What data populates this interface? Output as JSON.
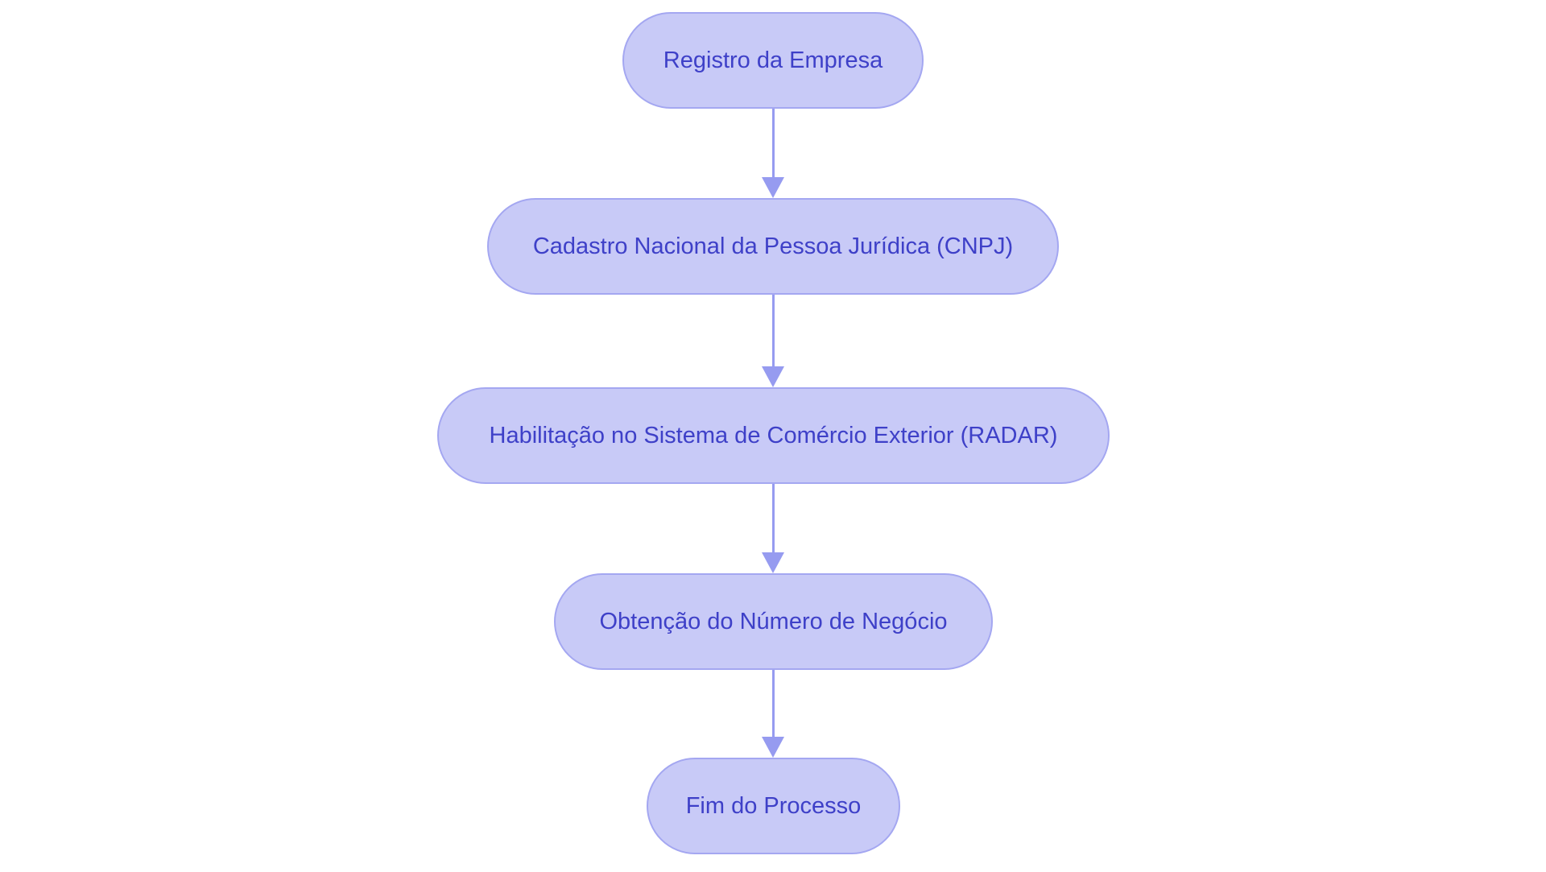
{
  "diagram": {
    "type": "flowchart",
    "direction": "top-down",
    "background_color": "#ffffff",
    "colors": {
      "node_fill": "#c8caf7",
      "node_border": "#a4a7f1",
      "node_text": "#3e40c8",
      "arrow": "#969bf0"
    },
    "nodes": [
      {
        "id": "registro-da-empresa",
        "shape": "stadium",
        "label": "Registro da Empresa"
      },
      {
        "id": "cnpj",
        "shape": "stadium",
        "label": "Cadastro Nacional da Pessoa Jurídica (CNPJ)"
      },
      {
        "id": "radar",
        "shape": "stadium",
        "label": "Habilitação no Sistema de Comércio Exterior (RADAR)"
      },
      {
        "id": "numero-de-negocio",
        "shape": "stadium",
        "label": "Obtenção do Número de Negócio"
      },
      {
        "id": "fim-do-processo",
        "shape": "stadium",
        "label": "Fim do Processo"
      }
    ],
    "edges": [
      {
        "from": "registro-da-empresa",
        "to": "cnpj",
        "style": "arrow-down"
      },
      {
        "from": "cnpj",
        "to": "radar",
        "style": "arrow-down"
      },
      {
        "from": "radar",
        "to": "numero-de-negocio",
        "style": "arrow-down"
      },
      {
        "from": "numero-de-negocio",
        "to": "fim-do-processo",
        "style": "arrow-down"
      }
    ]
  }
}
